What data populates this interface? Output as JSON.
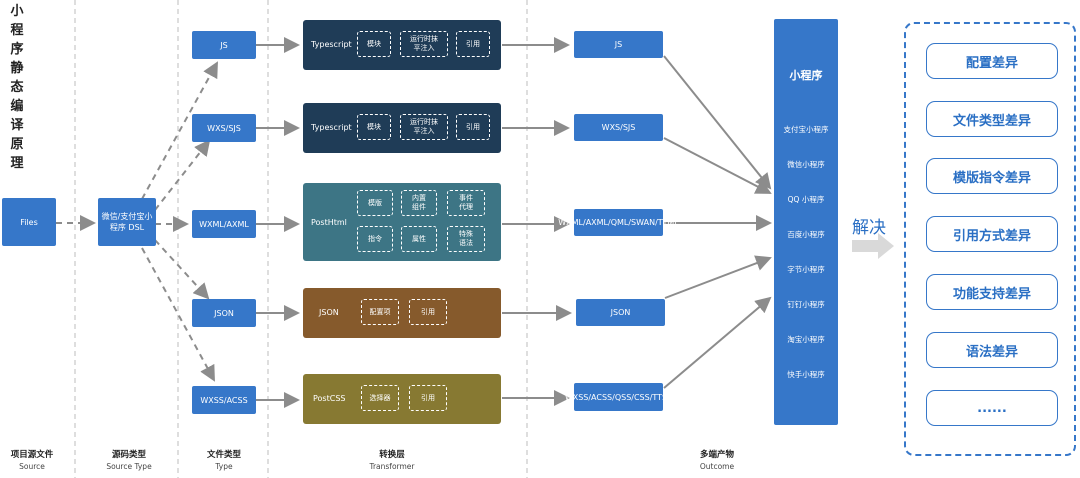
{
  "title_chars": [
    "小",
    "程",
    "序",
    "静",
    "态",
    "编",
    "译",
    "原",
    "理"
  ],
  "files": "Files",
  "source_dsl": "微信/支付宝小程序 DSL",
  "types": [
    "JS",
    "WXS/SJS",
    "WXML/AXML",
    "JSON",
    "WXSS/ACSS"
  ],
  "transformers": [
    {
      "label": "Typescript",
      "items": [
        "模块",
        "运行时抹平注入",
        "引用"
      ]
    },
    {
      "label": "Typescript",
      "items": [
        "模块",
        "运行时抹平注入",
        "引用"
      ]
    },
    {
      "label": "PostHtml",
      "items": [
        "模版",
        "内置组件",
        "事件代理",
        "指令",
        "属性",
        "特殊语法"
      ]
    },
    {
      "label": "JSON",
      "items": [
        "配置项",
        "引用"
      ]
    },
    {
      "label": "PostCSS",
      "items": [
        "选择器",
        "引用"
      ]
    }
  ],
  "outputs": [
    "JS",
    "WXS/SJS",
    "WXML/AXML/QML/SWAN/TTML",
    "JSON",
    "WXSS/ACSS/QSS/CSS/TTSS"
  ],
  "outcome": {
    "title": "小程序",
    "items": [
      "支付宝小程序",
      "微信小程序",
      "QQ 小程序",
      "百度小程序",
      "字节小程序",
      "钉钉小程序",
      "淘宝小程序",
      "快手小程序"
    ]
  },
  "solve": "解决",
  "differences": [
    "配置差异",
    "文件类型差异",
    "模版指令差异",
    "引用方式差异",
    "功能支持差异",
    "语法差异",
    "......"
  ],
  "footer": [
    {
      "cn": "项目源文件",
      "en": "Source"
    },
    {
      "cn": "源码类型",
      "en": "Source Type"
    },
    {
      "cn": "文件类型",
      "en": "Type"
    },
    {
      "cn": "转换层",
      "en": "Transformer"
    },
    {
      "cn": "多端产物",
      "en": "Outcome"
    }
  ],
  "colors": {
    "blue": "#3677c9",
    "typescript": "#1f3c57",
    "posthtml": "#3d7585",
    "json": "#865a2c",
    "postcss": "#877932",
    "line": "#8c8c8c"
  }
}
